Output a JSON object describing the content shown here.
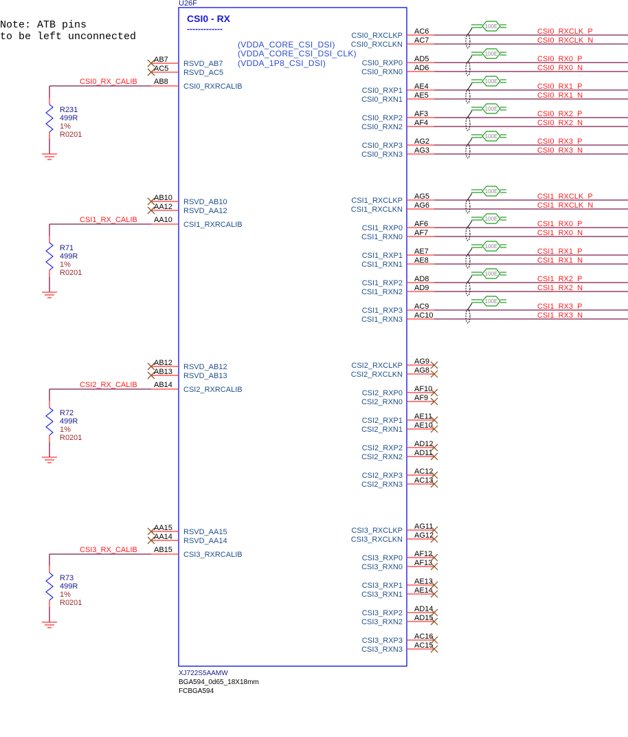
{
  "note": {
    "line1": "Note:  ATB pins",
    "line2": "to be left unconnected"
  },
  "component": {
    "refdes": "U26F",
    "title": "CSI0 - RX",
    "title_underline": "-------------",
    "power_labels": [
      "(VDDA_CORE_CSI_DSI)",
      "(VDDA_CORE_CSI_DSI_CLK)",
      "(VDDA_1P8_CSI_DSI)"
    ],
    "part_number": "XJ722S5AAMW",
    "footprint": "BGA594_0d65_18X18mm",
    "package": "FCBGA594"
  },
  "colors": {
    "component_outline": "#2a2ae6",
    "pin_line": "#ff3030",
    "wire": "#7a1a4a",
    "net_label": "#ff1a1a",
    "no_connect": "#8b5a2b",
    "pin_name": "#1f4e8c",
    "testpoint": "#1a9a1a",
    "resistor": "#2a2ae6"
  },
  "left_groups": [
    {
      "rsvd": [
        {
          "num": "AB7",
          "name": "RSVD_AB7"
        },
        {
          "num": "AC5",
          "name": "RSVD_AC5"
        }
      ],
      "calib": {
        "num": "AB8",
        "name": "CSI0_RXRCALIB",
        "net": "CSI0_RX_CALIB"
      },
      "resistor": {
        "refdes": "R231",
        "value": "499R",
        "tolerance": "1%",
        "footprint": "R0201"
      }
    },
    {
      "rsvd": [
        {
          "num": "AB10",
          "name": "RSVD_AB10"
        },
        {
          "num": "AA12",
          "name": "RSVD_AA12"
        }
      ],
      "calib": {
        "num": "AA10",
        "name": "CSI1_RXRCALIB",
        "net": "CSI1_RX_CALIB"
      },
      "resistor": {
        "refdes": "R71",
        "value": "499R",
        "tolerance": "1%",
        "footprint": "R0201"
      }
    },
    {
      "rsvd": [
        {
          "num": "AB12",
          "name": "RSVD_AB12"
        },
        {
          "num": "AB13",
          "name": "RSVD_AB13"
        }
      ],
      "calib": {
        "num": "AB14",
        "name": "CSI2_RXRCALIB",
        "net": "CSI2_RX_CALIB"
      },
      "resistor": {
        "refdes": "R72",
        "value": "499R",
        "tolerance": "1%",
        "footprint": "R0201"
      }
    },
    {
      "rsvd": [
        {
          "num": "AA15",
          "name": "RSVD_AA15"
        },
        {
          "num": "AA14",
          "name": "RSVD_AA14"
        }
      ],
      "calib": {
        "num": "AB15",
        "name": "CSI3_RXRCALIB",
        "net": "CSI3_RX_CALIB"
      },
      "resistor": {
        "refdes": "R73",
        "value": "499R",
        "tolerance": "1%",
        "footprint": "R0201"
      }
    }
  ],
  "right_groups": [
    {
      "connected": true,
      "pairs": [
        {
          "p": {
            "num": "AC6",
            "name": "CSI0_RXCLKP",
            "net": "CSI0_RXCLK_P"
          },
          "n": {
            "num": "AC7",
            "name": "CSI0_RXCLKN",
            "net": "CSI0_RXCLK_N"
          },
          "tp": "100E"
        },
        {
          "p": {
            "num": "AD5",
            "name": "CSI0_RXP0",
            "net": "CSI0_RX0_P"
          },
          "n": {
            "num": "AD6",
            "name": "CSI0_RXN0",
            "net": "CSI0_RX0_N"
          },
          "tp": "100E"
        },
        {
          "p": {
            "num": "AE4",
            "name": "CSI0_RXP1",
            "net": "CSI0_RX1_P"
          },
          "n": {
            "num": "AE5",
            "name": "CSI0_RXN1",
            "net": "CSI0_RX1_N"
          },
          "tp": "100E"
        },
        {
          "p": {
            "num": "AF3",
            "name": "CSI0_RXP2",
            "net": "CSI0_RX2_P"
          },
          "n": {
            "num": "AF4",
            "name": "CSI0_RXN2",
            "net": "CSI0_RX2_N"
          },
          "tp": "100E"
        },
        {
          "p": {
            "num": "AG2",
            "name": "CSI0_RXP3",
            "net": "CSI0_RX3_P"
          },
          "n": {
            "num": "AG3",
            "name": "CSI0_RXN3",
            "net": "CSI0_RX3_N"
          },
          "tp": "100E"
        }
      ]
    },
    {
      "connected": true,
      "pairs": [
        {
          "p": {
            "num": "AG5",
            "name": "CSI1_RXCLKP",
            "net": "CSI1_RXCLK_P"
          },
          "n": {
            "num": "AG6",
            "name": "CSI1_RXCLKN",
            "net": "CSI1_RXCLK_N"
          },
          "tp": "100E"
        },
        {
          "p": {
            "num": "AF6",
            "name": "CSI1_RXP0",
            "net": "CSI1_RX0_P"
          },
          "n": {
            "num": "AF7",
            "name": "CSI1_RXN0",
            "net": "CSI1_RX0_N"
          },
          "tp": "100E"
        },
        {
          "p": {
            "num": "AE7",
            "name": "CSI1_RXP1",
            "net": "CSI1_RX1_P"
          },
          "n": {
            "num": "AE8",
            "name": "CSI1_RXN1",
            "net": "CSI1_RX1_N"
          },
          "tp": "100E"
        },
        {
          "p": {
            "num": "AD8",
            "name": "CSI1_RXP2",
            "net": "CSI1_RX2_P"
          },
          "n": {
            "num": "AD9",
            "name": "CSI1_RXN2",
            "net": "CSI1_RX2_N"
          },
          "tp": "100E"
        },
        {
          "p": {
            "num": "AC9",
            "name": "CSI1_RXP3",
            "net": "CSI1_RX3_P"
          },
          "n": {
            "num": "AC10",
            "name": "CSI1_RXN3",
            "net": "CSI1_RX3_N"
          },
          "tp": "100E"
        }
      ]
    },
    {
      "connected": false,
      "pairs": [
        {
          "p": {
            "num": "AG9",
            "name": "CSI2_RXCLKP"
          },
          "n": {
            "num": "AG8",
            "name": "CSI2_RXCLKN"
          }
        },
        {
          "p": {
            "num": "AF10",
            "name": "CSI2_RXP0"
          },
          "n": {
            "num": "AF9",
            "name": "CSI2_RXN0"
          }
        },
        {
          "p": {
            "num": "AE11",
            "name": "CSI2_RXP1"
          },
          "n": {
            "num": "AE10",
            "name": "CSI2_RXN1"
          }
        },
        {
          "p": {
            "num": "AD12",
            "name": "CSI2_RXP2"
          },
          "n": {
            "num": "AD11",
            "name": "CSI2_RXN2"
          }
        },
        {
          "p": {
            "num": "AC12",
            "name": "CSI2_RXP3"
          },
          "n": {
            "num": "AC13",
            "name": "CSI2_RXN3"
          }
        }
      ]
    },
    {
      "connected": false,
      "pairs": [
        {
          "p": {
            "num": "AG11",
            "name": "CSI3_RXCLKP"
          },
          "n": {
            "num": "AG12",
            "name": "CSI3_RXCLKN"
          }
        },
        {
          "p": {
            "num": "AF12",
            "name": "CSI3_RXP0"
          },
          "n": {
            "num": "AF13",
            "name": "CSI3_RXN0"
          }
        },
        {
          "p": {
            "num": "AE13",
            "name": "CSI3_RXP1"
          },
          "n": {
            "num": "AE14",
            "name": "CSI3_RXN1"
          }
        },
        {
          "p": {
            "num": "AD14",
            "name": "CSI3_RXP2"
          },
          "n": {
            "num": "AD15",
            "name": "CSI3_RXN2"
          }
        },
        {
          "p": {
            "num": "AC16",
            "name": "CSI3_RXP3"
          },
          "n": {
            "num": "AC15",
            "name": "CSI3_RXN3"
          }
        }
      ]
    }
  ]
}
